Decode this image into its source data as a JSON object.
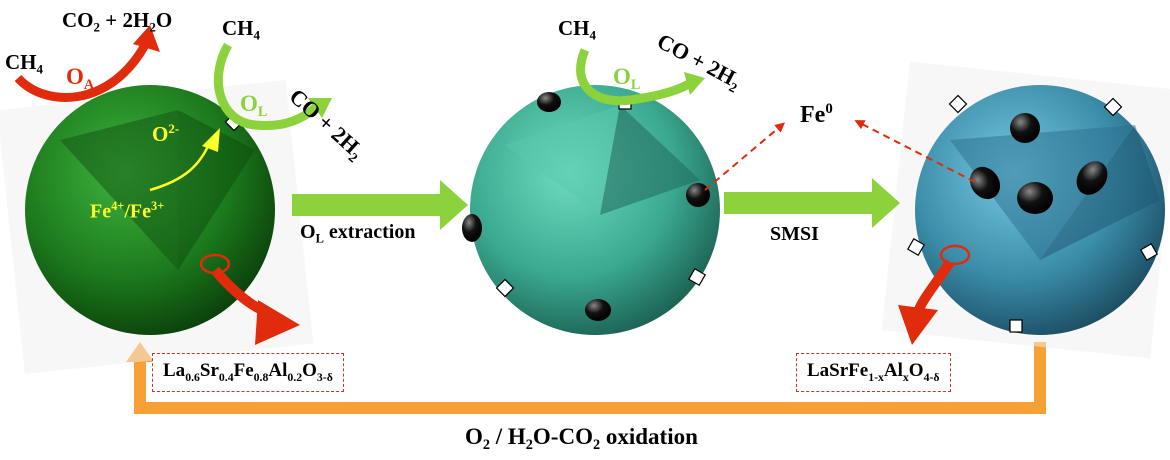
{
  "sphere1": {
    "reactant": "CH4",
    "oa_label": "OA",
    "products_oa": "CO2 + 2H2O",
    "reactant2": "CH4",
    "ol_label": "OL",
    "products_ol": "CO + 2H2",
    "o2_label": "O2-",
    "redox_label": "Fe4+/Fe3+"
  },
  "arrow1_label": "OL extraction",
  "sphere2": {
    "reactant": "CH4",
    "ol_label": "OL",
    "products": "CO + 2H2"
  },
  "fe0_label": "Fe0",
  "arrow2_label": "SMSI",
  "composition_left": "La0.6Sr0.4Fe0.8Al0.2O3-δ",
  "composition_right": "LaSrFe1-xAlxO4-δ",
  "bottom_label": "O2 / H2O-CO2 oxidation",
  "colors": {
    "sphere1": "#1c7a1c",
    "sphere2": "#3aa88e",
    "sphere3": "#3a8ca8",
    "red_arrow": "#e02c0c",
    "green_arrow": "#8cd23c",
    "orange_loop": "#f7a035"
  }
}
